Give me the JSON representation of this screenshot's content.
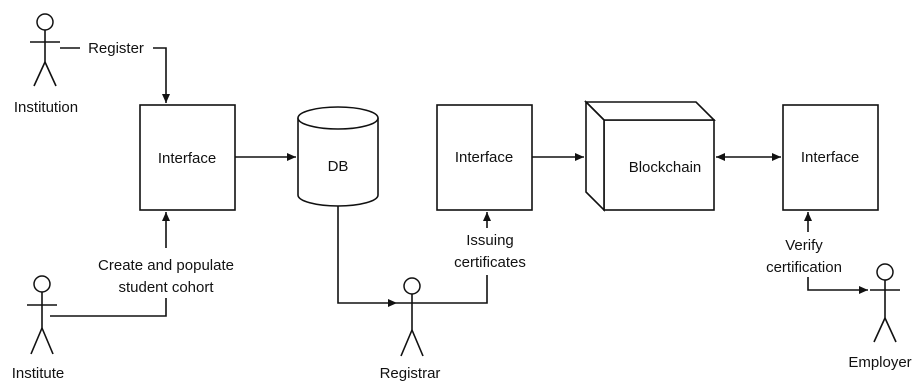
{
  "actors": {
    "institution": "Institution",
    "institute": "Institute",
    "registrar": "Registrar",
    "employer": "Employer"
  },
  "nodes": {
    "interface_1": "Interface",
    "db": "DB",
    "interface_2": "Interface",
    "blockchain": "Blockchain",
    "interface_3": "Interface"
  },
  "edges": {
    "register": "Register",
    "create_line1": "Create and populate",
    "create_line2": "student cohort",
    "issuing_line1": "Issuing",
    "issuing_line2": "certificates",
    "verify_line1": "Verify",
    "verify_line2": "certification"
  }
}
